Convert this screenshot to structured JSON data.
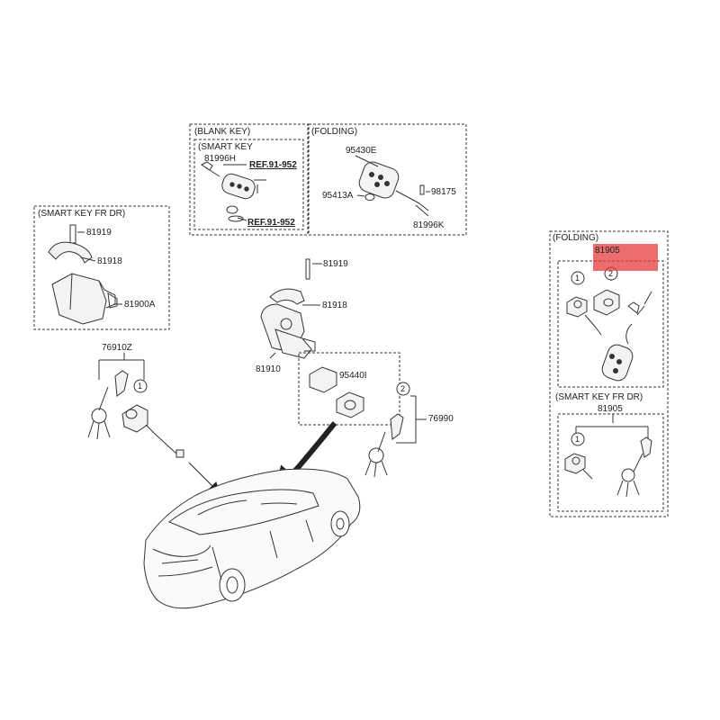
{
  "boxes": {
    "blank_key": "(BLANK KEY)",
    "smart_key_inner": "(SMART KEY",
    "folding_top": "(FOLDING)",
    "smart_key_fr_dr_left": "(SMART KEY FR DR)",
    "folding_right": "(FOLDING)",
    "smart_key_fr_dr_right": "(SMART KEY FR DR)"
  },
  "labels": {
    "p81996H": "81996H",
    "ref1": "REF.91-952",
    "ref2": "REF.91-952",
    "p95430E": "95430E",
    "p95413A": "95413A",
    "p98175": "98175",
    "p81996K": "81996K",
    "p81919_left": "81919",
    "p81918_left": "81918",
    "p81900A": "81900A",
    "p76910Z": "76910Z",
    "p81919_mid": "81919",
    "p81918_mid": "81918",
    "p81910": "81910",
    "p95440I": "95440I",
    "p76990": "76990",
    "p81905_top": "81905",
    "p81905_bottom": "81905"
  },
  "callouts": {
    "c1_left": "1",
    "c2_mid": "2",
    "c1_right_top": "1",
    "c2_right_top": "2",
    "c1_right_bottom": "1"
  },
  "colors": {
    "highlight": "#e63c3c",
    "line": "#333333"
  }
}
